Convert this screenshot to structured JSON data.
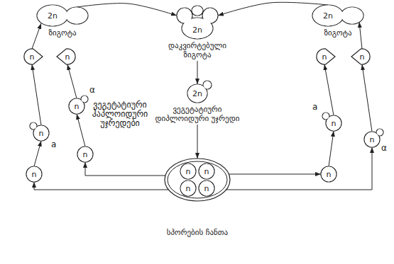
{
  "diagram": {
    "nodes": [
      {
        "text": [
          "2n",
          "ზიგოტა"
        ]
      },
      {
        "text": [
          "2n",
          "ზიგოტა"
        ]
      },
      {
        "text": [
          "2n",
          "დაკვირტებული ზიგოტა"
        ]
      },
      {
        "text": [
          "2n",
          "ვეგეტატიური დიპლოიდური უჯრედი"
        ]
      },
      {
        "text": [
          "სპორების ჩანთა"
        ]
      },
      {
        "text": [
          "n"
        ],
        "in": 4
      },
      {
        "text": [
          "n"
        ],
        "in": 4
      },
      {
        "text": [
          "n"
        ],
        "in": 4
      },
      {
        "text": [
          "n"
        ],
        "in": 4
      },
      {
        "text": [
          "n"
        ]
      },
      {
        "text": [
          "n"
        ]
      },
      {
        "text": [
          "n"
        ]
      },
      {
        "text": [
          "n"
        ]
      },
      {
        "text": [
          "n"
        ]
      },
      {
        "text": [
          "n"
        ]
      },
      {
        "text": [
          "n"
        ]
      },
      {
        "text": [
          "n"
        ]
      },
      {
        "text": [
          "n"
        ]
      },
      {
        "text": [
          "n"
        ]
      },
      {
        "text": [
          "n"
        ]
      }
    ],
    "edges": [
      {
        "from": 0,
        "to": 2,
        "arrow": "to"
      },
      {
        "from": 1,
        "to": 2,
        "arrow": "to"
      },
      {
        "from": 2,
        "to": 3,
        "arrow": "to"
      },
      {
        "from": 3,
        "to": 4,
        "arrow": "to"
      },
      {
        "from": 4,
        "to": 13,
        "arrow": "to"
      },
      {
        "from": 4,
        "to": 14,
        "arrow": "to"
      },
      {
        "from": 13,
        "to": 11,
        "arrow": "to"
      },
      {
        "from": 14,
        "to": 12,
        "arrow": "to"
      },
      {
        "from": 11,
        "to": 10,
        "arrow": "to"
      },
      {
        "from": 12,
        "to": 9,
        "arrow": "to"
      },
      {
        "from": 9,
        "to": 0,
        "arrow": "to"
      },
      {
        "from": 4,
        "to": 19,
        "arrow": "to"
      },
      {
        "from": 4,
        "to": 18,
        "arrow": "to"
      },
      {
        "from": 19,
        "to": 17,
        "arrow": "to"
      },
      {
        "from": 18,
        "to": 16,
        "arrow": "to"
      },
      {
        "from": 17,
        "to": 15,
        "arrow": "to"
      },
      {
        "from": 16,
        "to": 1,
        "arrow": "to"
      }
    ],
    "labels": [
      "α",
      "a",
      "ვეგეტატიური ჰაპლოიდური უჯრედები",
      "a",
      "α"
    ]
  }
}
